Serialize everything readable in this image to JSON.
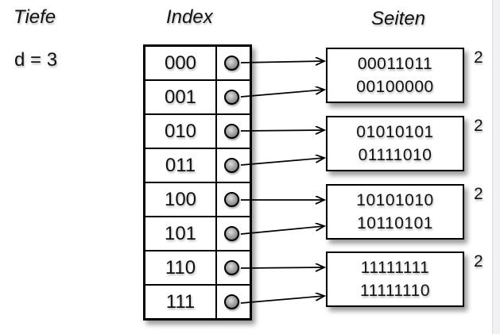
{
  "labels": {
    "tiefe": "Tiefe",
    "index": "Index",
    "seiten": "Seiten"
  },
  "depth": {
    "text": "d = 3"
  },
  "index": {
    "rows": [
      {
        "bits": "000"
      },
      {
        "bits": "001"
      },
      {
        "bits": "010"
      },
      {
        "bits": "011"
      },
      {
        "bits": "100"
      },
      {
        "bits": "101"
      },
      {
        "bits": "110"
      },
      {
        "bits": "111"
      }
    ]
  },
  "pages": [
    {
      "lines": [
        "00011011",
        "00100000"
      ],
      "local_depth": "2"
    },
    {
      "lines": [
        "01010101",
        "01111010"
      ],
      "local_depth": "2"
    },
    {
      "lines": [
        "10101010",
        "10110101"
      ],
      "local_depth": "2"
    },
    {
      "lines": [
        "11111111",
        "11111110"
      ],
      "local_depth": "2"
    }
  ],
  "links": [
    {
      "from": "000",
      "to_page": 0
    },
    {
      "from": "001",
      "to_page": 0
    },
    {
      "from": "010",
      "to_page": 1
    },
    {
      "from": "011",
      "to_page": 1
    },
    {
      "from": "100",
      "to_page": 2
    },
    {
      "from": "101",
      "to_page": 2
    },
    {
      "from": "110",
      "to_page": 3
    },
    {
      "from": "111",
      "to_page": 3
    }
  ],
  "colors": {
    "stroke": "#000000",
    "background": "#ffffff",
    "dot_fill": "#a6a6a6",
    "right_strip": "#f1f1f3"
  }
}
